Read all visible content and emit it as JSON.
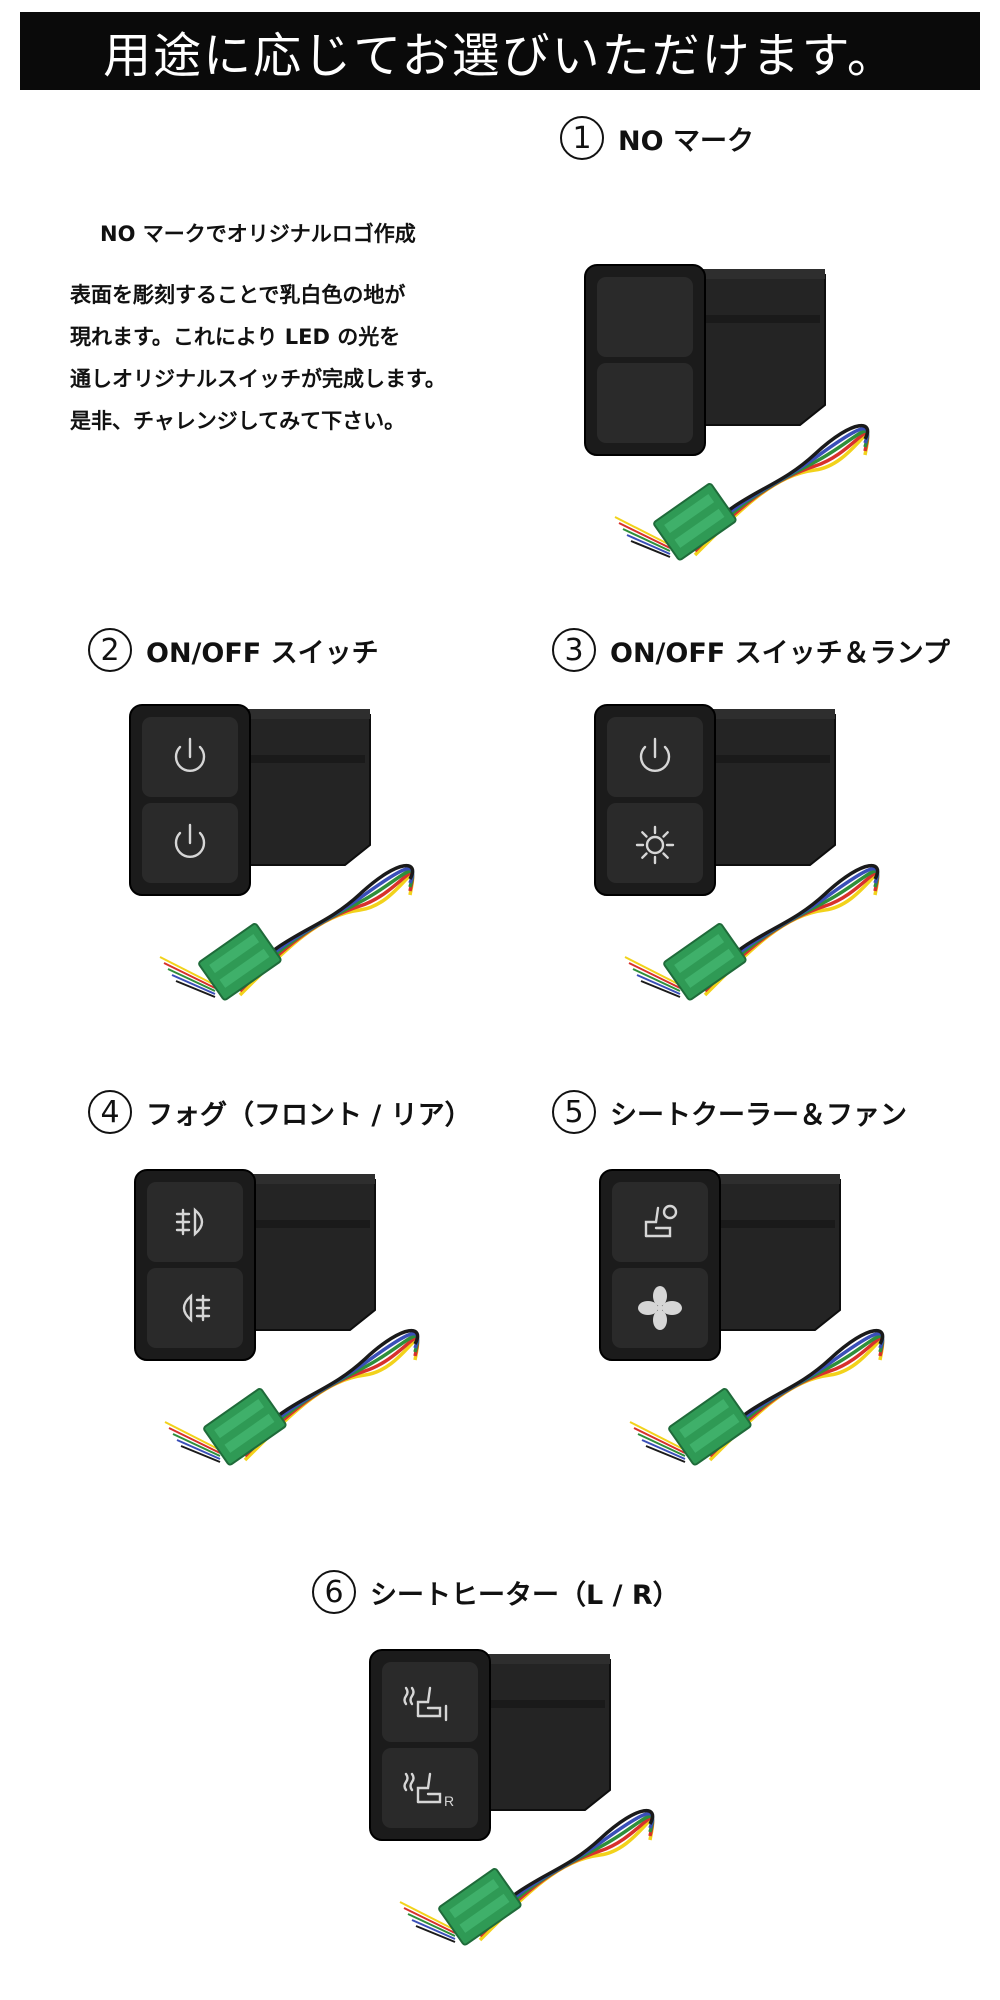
{
  "banner": {
    "title": "用途に応じてお選びいただけます。"
  },
  "options": [
    {
      "number": "1",
      "title": "NO マーク",
      "icons": [
        "none",
        "none"
      ]
    },
    {
      "number": "2",
      "title": "ON/OFF スイッチ",
      "icons": [
        "power-icon",
        "power-icon"
      ]
    },
    {
      "number": "3",
      "title": "ON/OFF スイッチ＆ランプ",
      "icons": [
        "power-icon",
        "lamp-icon"
      ]
    },
    {
      "number": "4",
      "title": "フォグ（フロント / リア）",
      "icons": [
        "front-fog-icon",
        "rear-fog-icon"
      ]
    },
    {
      "number": "5",
      "title": "シートクーラー＆ファン",
      "icons": [
        "seat-cooler-icon",
        "fan-icon"
      ]
    },
    {
      "number": "6",
      "title": "シートヒーター（L / R）",
      "icons": [
        "seat-heater-left-icon",
        "seat-heater-right-icon"
      ]
    }
  ],
  "description": {
    "heading": "NO マークでオリジナルロゴ作成",
    "lines": [
      "表面を彫刻することで乳白色の地が",
      "現れます。これにより LED の光を",
      "通しオリジナルスイッチが完成します。",
      "是非、チャレンジしてみて下さい。"
    ]
  },
  "colors": {
    "banner_bg": "#0a0a0a",
    "switch_body": "#1b1b1b",
    "connector": "#2f9a55",
    "wires": [
      "#f2d21b",
      "#d8312c",
      "#2f8f3a",
      "#3a4fb8",
      "#1a1a1a"
    ]
  }
}
